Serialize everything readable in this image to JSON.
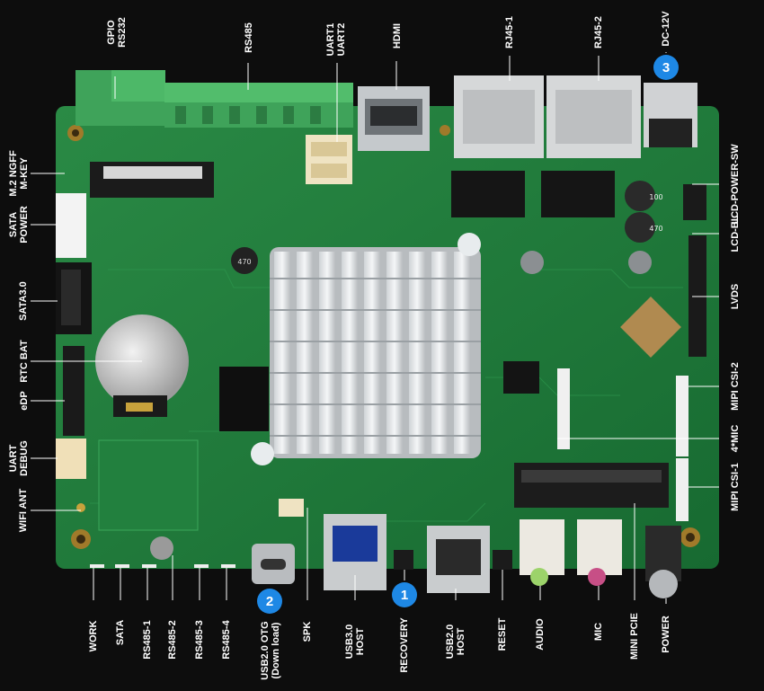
{
  "labels": {
    "gpio_rs232": "GPIO\nRS232",
    "rs485_top": "RS485",
    "uart1_uart2": "UART1\nUART2",
    "hdmi": "HDMI",
    "rj45_1": "RJ45-1",
    "rj45_2": "RJ45-2",
    "dc_12v": "DC-12V",
    "m2_ngff": "M.2 NGFF\nM-KEY",
    "sata_power": "SATA\nPOWER",
    "sata30": "SATA3.0",
    "rtc_bat": "RTC BAT",
    "edp": "eDP",
    "uart_debug": "UART\nDEBUG",
    "wifi_ant": "WIFI ANT",
    "lcd_power_sw": "LCD-POWER-SW",
    "lcd_bl": "LCD-BL",
    "lvds": "LVDS",
    "mipi_csi_2": "MIPI CSI-2",
    "mic4": "4*MIC",
    "mipi_csi_1": "MIPI CSI-1",
    "work": "WORK",
    "sata_bottom": "SATA",
    "rs485_1": "RS485-1",
    "rs485_2": "RS485-2",
    "rs485_3": "RS485-3",
    "rs485_4": "RS485-4",
    "usb20_otg": "USB2.0 OTG\n(Down load)",
    "spk": "SPK",
    "usb30_host": "USB3.0\nHOST",
    "recovery": "RECOVERY",
    "usb20_host": "USB2.0\nHOST",
    "reset": "RESET",
    "audio": "AUDIO",
    "mic": "MIC",
    "mini_pcie": "MINI PCIE",
    "power": "POWER"
  },
  "badges": {
    "b1": "1",
    "b2": "2",
    "b3": "3"
  },
  "colors": {
    "background": "#0d0d0d",
    "pcb": "#1f7a3a",
    "badge": "#1e88e5",
    "label": "#ffffff"
  }
}
